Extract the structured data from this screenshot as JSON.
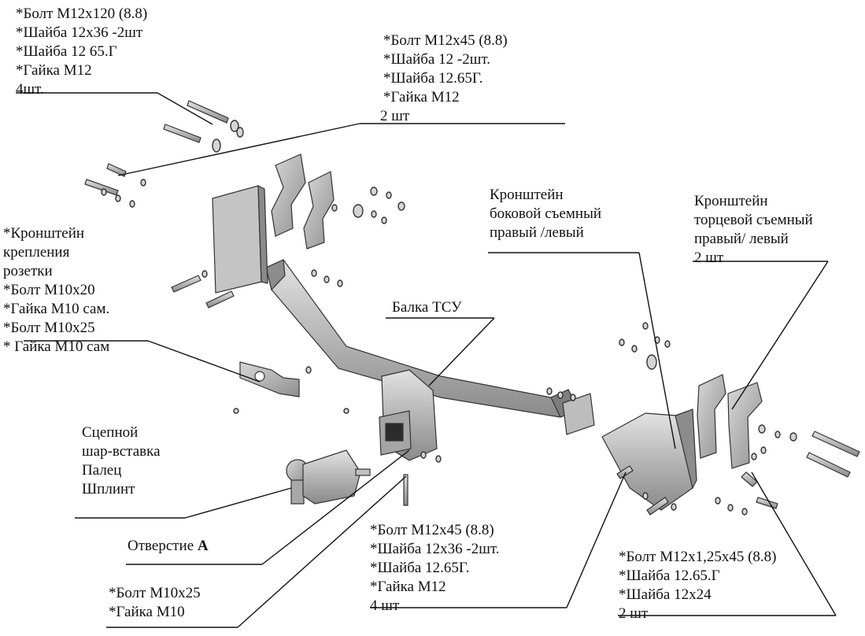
{
  "labels": {
    "top_left": [
      "*Болт М12х120 (8.8)",
      "*Шайба 12х36 -2шт",
      "*Шайба 12 65.Г",
      "*Гайка М12",
      "4шт."
    ],
    "top_center": [
      "*Болт М12х45 (8.8)",
      "*Шайба 12 -2шт.",
      "*Шайба 12.65Г.",
      "*Гайка М12",
      "2 шт"
    ],
    "side_bracket": [
      "Кронштейн",
      "боковой съемный",
      "правый /левый"
    ],
    "end_bracket": [
      "Кронштейн",
      "торцевой съемный",
      "правый/ левый",
      "2 шт"
    ],
    "socket_bracket": [
      "*Кронштейн",
      "крепления",
      "розетки",
      "*Болт М10х20",
      "*Гайка М10 сам.",
      "*Болт М10х25",
      "* Гайка М10 сам"
    ],
    "beam": "Балка ТСУ",
    "ball": [
      "Сцепной",
      "шар-вставка",
      "Палец",
      "Шплинт"
    ],
    "hole_a_text": "Отверстие ",
    "hole_a_letter": "А",
    "bottom_left": [
      "*Болт М10х25",
      "*Гайка М10"
    ],
    "bottom_center": [
      "*Болт М12х45 (8.8)",
      "*Шайба 12х36 -2шт.",
      "*Шайба 12.65Г.",
      "*Гайка М12",
      "4 шт"
    ],
    "bottom_right": [
      "*Болт М12х1,25х45 (8.8)",
      "*Шайба 12.65.Г",
      "*Шайба 12х24",
      "2 шт"
    ]
  },
  "colors": {
    "line": "#111111",
    "part_fill": "#b9b9b9",
    "part_dark": "#8c8c8c",
    "part_light": "#dcdcdc"
  }
}
